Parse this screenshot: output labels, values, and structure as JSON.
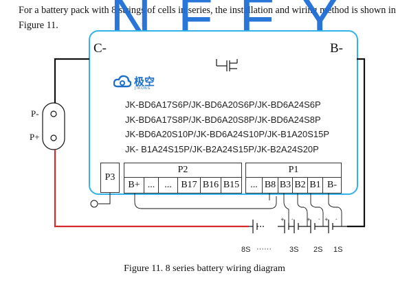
{
  "intro": {
    "line1": "For a battery pack with 8 strings of cells in series, the installation and wiring method is shown in",
    "line2": "Figure 11."
  },
  "watermark": "NFFY",
  "board": {
    "term_c": "C-",
    "term_b": "B-",
    "logo_text": "极空",
    "logo_sub": "JIKONG",
    "models": [
      "JK-BD6A17S6P/JK-BD6A20S6P/JK-BD6A24S6P",
      "JK-BD6A17S8P/JK-BD6A20S8P/JK-BD6A24S8P",
      "JK-BD6A20S10P/JK-BD6A24S10P/JK-B1A20S15P",
      "JK- B1A24S15P/JK-B2A24S15P/JK-B2A24S20P"
    ],
    "p3_label": "P3",
    "p2_label": "P2",
    "p2_pins": [
      "B+",
      "...",
      "...",
      "B17",
      "B16",
      "B15"
    ],
    "p1_label": "P1",
    "p1_pins": [
      "...",
      "B8",
      "B3",
      "B2",
      "B1",
      "B-"
    ]
  },
  "pack_terminals": {
    "minus": "P-",
    "plus": "P+"
  },
  "battery_labels": [
    "8S",
    "······",
    "3S",
    "2S",
    "1S"
  ],
  "caption": "Figure 11. 8 series battery wiring diagram",
  "colors": {
    "board_border": "#2fb3ea",
    "positive_wire": "#d62a2a",
    "wire": "#111111",
    "watermark": "#1f6fd6"
  }
}
